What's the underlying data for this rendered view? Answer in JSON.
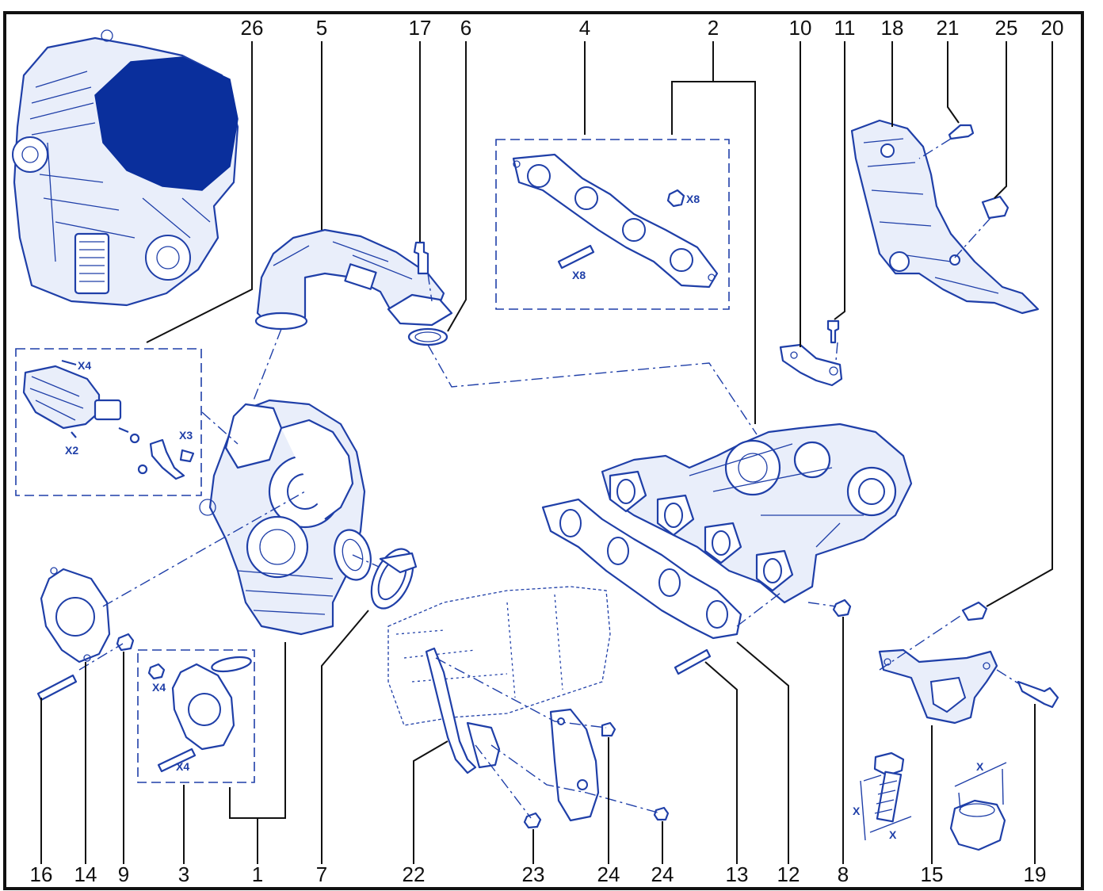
{
  "diagram": {
    "accent_color": "#1f3fa8",
    "engine_highlight_color": "#0a2f9c",
    "top_callouts": [
      "26",
      "5",
      "17",
      "6",
      "4",
      "2",
      "10",
      "11",
      "18",
      "21",
      "25",
      "20"
    ],
    "bottom_callouts": [
      "16",
      "14",
      "9",
      "3",
      "1",
      "7",
      "22",
      "23",
      "24",
      "24",
      "13",
      "12",
      "8",
      "15",
      "19"
    ],
    "quantities": {
      "studs_manifold": "X8",
      "nuts_manifold": "X8",
      "actuator_screws": "X4",
      "actuator_small_screw": "X2",
      "actuator_clips": "X3",
      "kit_nuts": "X4",
      "kit_studs": "X4"
    },
    "dimension_label": "X"
  }
}
